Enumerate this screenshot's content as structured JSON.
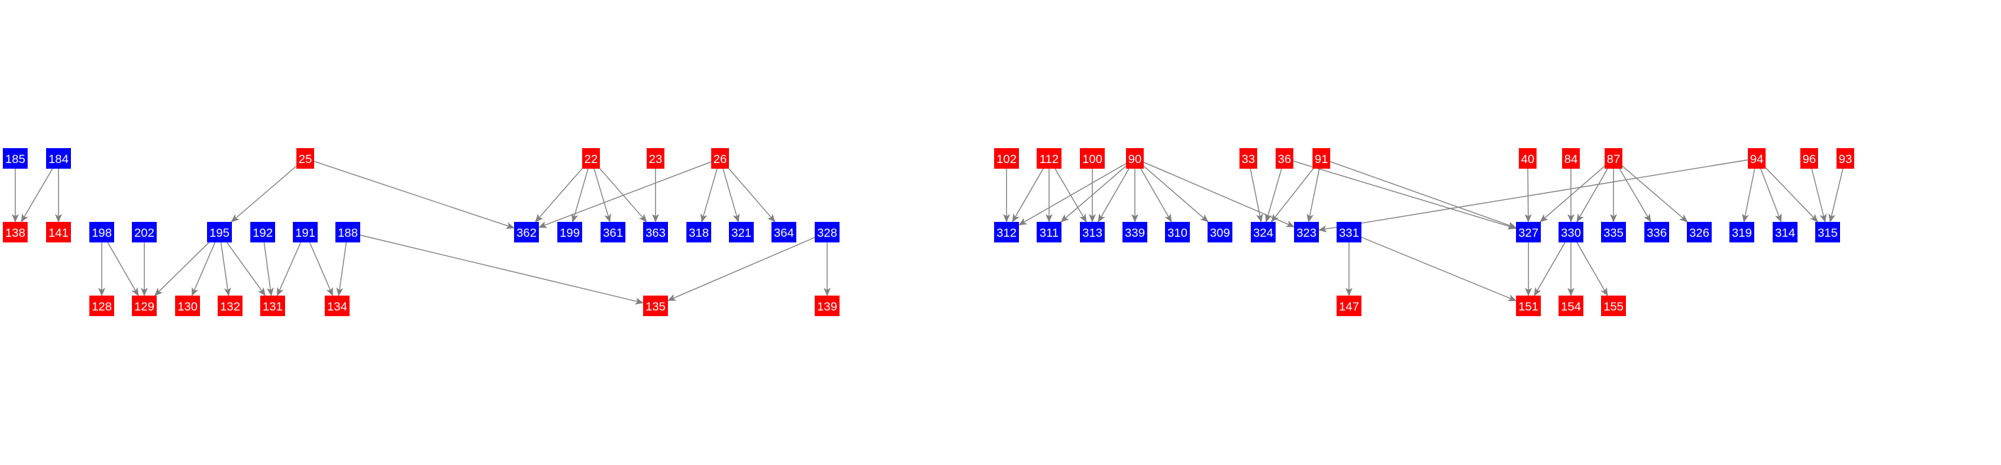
{
  "colors": {
    "red": "#ff0000",
    "blue": "#0000ff",
    "edge": "#808080",
    "label": "#ffffff"
  },
  "nodes": [
    {
      "id": "185",
      "color": "blue"
    },
    {
      "id": "184",
      "color": "blue"
    },
    {
      "id": "25",
      "color": "red"
    },
    {
      "id": "22",
      "color": "red"
    },
    {
      "id": "23",
      "color": "red"
    },
    {
      "id": "26",
      "color": "red"
    },
    {
      "id": "102",
      "color": "red"
    },
    {
      "id": "112",
      "color": "red"
    },
    {
      "id": "100",
      "color": "red"
    },
    {
      "id": "90",
      "color": "red"
    },
    {
      "id": "33",
      "color": "red"
    },
    {
      "id": "36",
      "color": "red"
    },
    {
      "id": "91",
      "color": "red"
    },
    {
      "id": "40",
      "color": "red"
    },
    {
      "id": "84",
      "color": "red"
    },
    {
      "id": "87",
      "color": "red"
    },
    {
      "id": "94",
      "color": "red"
    },
    {
      "id": "96",
      "color": "red"
    },
    {
      "id": "93",
      "color": "red"
    },
    {
      "id": "138",
      "color": "red"
    },
    {
      "id": "141",
      "color": "red"
    },
    {
      "id": "198",
      "color": "blue"
    },
    {
      "id": "202",
      "color": "blue"
    },
    {
      "id": "195",
      "color": "blue"
    },
    {
      "id": "192",
      "color": "blue"
    },
    {
      "id": "191",
      "color": "blue"
    },
    {
      "id": "188",
      "color": "blue"
    },
    {
      "id": "362",
      "color": "blue"
    },
    {
      "id": "199",
      "color": "blue"
    },
    {
      "id": "361",
      "color": "blue"
    },
    {
      "id": "363",
      "color": "blue"
    },
    {
      "id": "318",
      "color": "blue"
    },
    {
      "id": "321",
      "color": "blue"
    },
    {
      "id": "364",
      "color": "blue"
    },
    {
      "id": "328",
      "color": "blue"
    },
    {
      "id": "312",
      "color": "blue"
    },
    {
      "id": "311",
      "color": "blue"
    },
    {
      "id": "313",
      "color": "blue"
    },
    {
      "id": "339",
      "color": "blue"
    },
    {
      "id": "310",
      "color": "blue"
    },
    {
      "id": "309",
      "color": "blue"
    },
    {
      "id": "324",
      "color": "blue"
    },
    {
      "id": "323",
      "color": "blue"
    },
    {
      "id": "331",
      "color": "blue"
    },
    {
      "id": "327",
      "color": "blue"
    },
    {
      "id": "330",
      "color": "blue"
    },
    {
      "id": "335",
      "color": "blue"
    },
    {
      "id": "336",
      "color": "blue"
    },
    {
      "id": "326",
      "color": "blue"
    },
    {
      "id": "319",
      "color": "blue"
    },
    {
      "id": "314",
      "color": "blue"
    },
    {
      "id": "315",
      "color": "blue"
    },
    {
      "id": "128",
      "color": "red"
    },
    {
      "id": "129",
      "color": "red"
    },
    {
      "id": "130",
      "color": "red"
    },
    {
      "id": "132",
      "color": "red"
    },
    {
      "id": "131",
      "color": "red"
    },
    {
      "id": "134",
      "color": "red"
    },
    {
      "id": "135",
      "color": "red"
    },
    {
      "id": "139",
      "color": "red"
    },
    {
      "id": "147",
      "color": "red"
    },
    {
      "id": "151",
      "color": "red"
    },
    {
      "id": "154",
      "color": "red"
    },
    {
      "id": "155",
      "color": "red"
    }
  ],
  "edges": [
    [
      "185",
      "138"
    ],
    [
      "184",
      "138"
    ],
    [
      "184",
      "141"
    ],
    [
      "25",
      "195"
    ],
    [
      "25",
      "362"
    ],
    [
      "198",
      "128"
    ],
    [
      "198",
      "129"
    ],
    [
      "202",
      "129"
    ],
    [
      "195",
      "129"
    ],
    [
      "195",
      "130"
    ],
    [
      "195",
      "132"
    ],
    [
      "195",
      "131"
    ],
    [
      "192",
      "131"
    ],
    [
      "191",
      "131"
    ],
    [
      "191",
      "134"
    ],
    [
      "188",
      "134"
    ],
    [
      "188",
      "135"
    ],
    [
      "22",
      "362"
    ],
    [
      "22",
      "199"
    ],
    [
      "22",
      "361"
    ],
    [
      "22",
      "363"
    ],
    [
      "23",
      "363"
    ],
    [
      "26",
      "362"
    ],
    [
      "26",
      "318"
    ],
    [
      "26",
      "321"
    ],
    [
      "26",
      "364"
    ],
    [
      "328",
      "135"
    ],
    [
      "328",
      "139"
    ],
    [
      "102",
      "312"
    ],
    [
      "112",
      "312"
    ],
    [
      "112",
      "311"
    ],
    [
      "112",
      "313"
    ],
    [
      "100",
      "313"
    ],
    [
      "90",
      "312"
    ],
    [
      "90",
      "311"
    ],
    [
      "90",
      "313"
    ],
    [
      "90",
      "339"
    ],
    [
      "90",
      "310"
    ],
    [
      "90",
      "309"
    ],
    [
      "90",
      "323"
    ],
    [
      "33",
      "324"
    ],
    [
      "36",
      "324"
    ],
    [
      "36",
      "327"
    ],
    [
      "91",
      "324"
    ],
    [
      "91",
      "323"
    ],
    [
      "91",
      "327"
    ],
    [
      "94",
      "323"
    ],
    [
      "331",
      "147"
    ],
    [
      "331",
      "151"
    ],
    [
      "40",
      "327"
    ],
    [
      "84",
      "330"
    ],
    [
      "87",
      "327"
    ],
    [
      "87",
      "330"
    ],
    [
      "87",
      "335"
    ],
    [
      "87",
      "336"
    ],
    [
      "87",
      "326"
    ],
    [
      "94",
      "319"
    ],
    [
      "94",
      "314"
    ],
    [
      "94",
      "315"
    ],
    [
      "96",
      "315"
    ],
    [
      "93",
      "315"
    ],
    [
      "327",
      "151"
    ],
    [
      "330",
      "151"
    ],
    [
      "330",
      "154"
    ],
    [
      "330",
      "155"
    ]
  ]
}
